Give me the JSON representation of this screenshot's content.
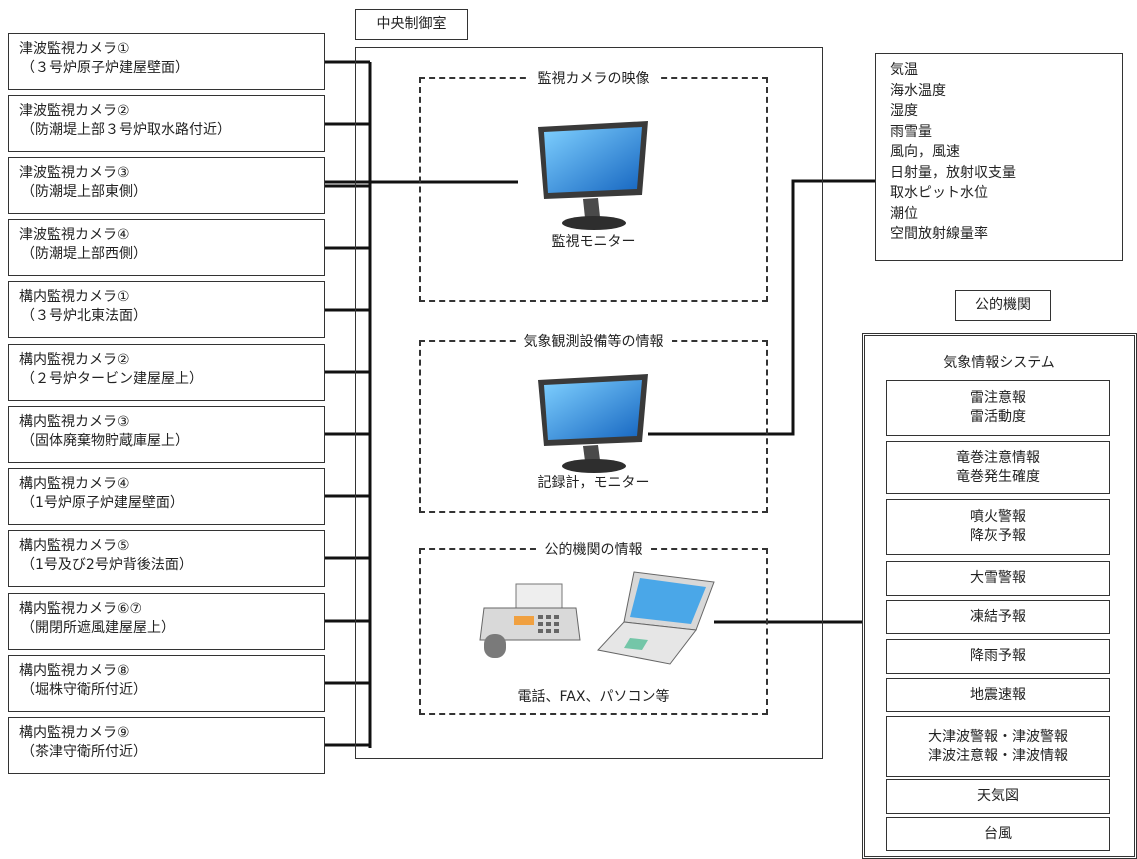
{
  "control_room": {
    "title": "中央制御室"
  },
  "cameras": [
    {
      "name": "津波監視カメラ①",
      "location": "（３号炉原子炉建屋壁面）"
    },
    {
      "name": "津波監視カメラ②",
      "location": "（防潮堤上部３号炉取水路付近）"
    },
    {
      "name": "津波監視カメラ③",
      "location": "（防潮堤上部東側）"
    },
    {
      "name": "津波監視カメラ④",
      "location": "（防潮堤上部西側）"
    },
    {
      "name": "構内監視カメラ①",
      "location": "（３号炉北東法面）"
    },
    {
      "name": "構内監視カメラ②",
      "location": "（２号炉タービン建屋屋上）"
    },
    {
      "name": "構内監視カメラ③",
      "location": "（固体廃棄物貯蔵庫屋上）"
    },
    {
      "name": "構内監視カメラ④",
      "location": "（1号炉原子炉建屋壁面）"
    },
    {
      "name": "構内監視カメラ⑤",
      "location": "（1号及び2号炉背後法面）"
    },
    {
      "name": "構内監視カメラ⑥⑦",
      "location": "（開閉所遮風建屋屋上）"
    },
    {
      "name": "構内監視カメラ⑧",
      "location": "（堀株守衛所付近）"
    },
    {
      "name": "構内監視カメラ⑨",
      "location": "（茶津守衛所付近）"
    }
  ],
  "sections": {
    "camera_video": {
      "title": "監視カメラの映像",
      "caption": "監視モニター"
    },
    "weather_obs": {
      "title": "気象観測設備等の情報",
      "caption": "記録計，モニター"
    },
    "public_info": {
      "title": "公的機関の情報",
      "caption": "電話、FAX、パソコン等"
    }
  },
  "environment_items": [
    "気温",
    "海水温度",
    "湿度",
    "雨雪量",
    "風向，風速",
    "日射量，放射収支量",
    "取水ピット水位",
    "潮位",
    "空間放射線量率"
  ],
  "public_agency": {
    "label": "公的機関",
    "system_title": "気象情報システム",
    "items": [
      "雷注意報\n雷活動度",
      "竜巻注意情報\n竜巻発生確度",
      "噴火警報\n降灰予報",
      "大雪警報",
      "凍結予報",
      "降雨予報",
      "地震速報",
      "大津波警報・津波警報\n津波注意報・津波情報",
      "天気図",
      "台風"
    ]
  }
}
